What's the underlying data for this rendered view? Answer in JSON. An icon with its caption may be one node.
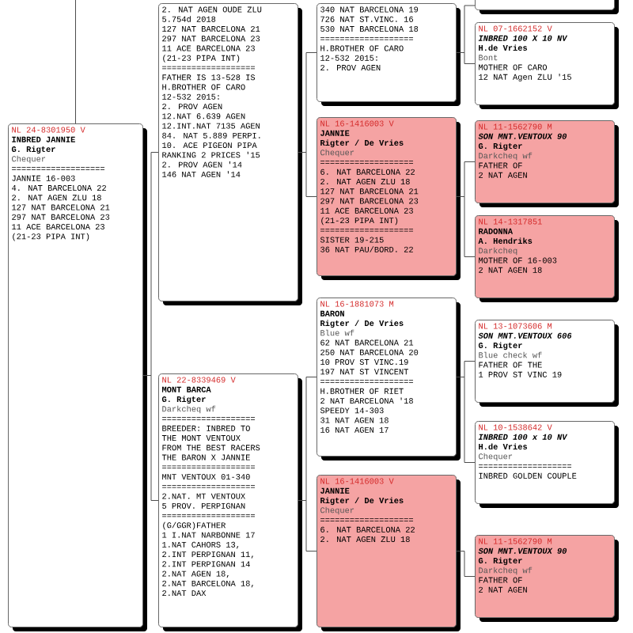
{
  "diagram": {
    "nodes": [
      {
        "text": [
          "NL 24-8301950 V",
          "INBRED JANNIE",
          "G. Rigter",
          "Chequer",
          "===================",
          "JANNIE 16-003",
          "4. NAT BARCELONA 22",
          "2. NAT AGEN ZLU 18",
          "127 NAT BARCELONA 21",
          "297 NAT BARCELONA 23",
          "11 ACE BARCELONA 23",
          "(21-23 PIPA INT)"
        ]
      },
      {
        "text": [
          "2. NAT AGEN OUDE ZLU",
          "5.754d 2018",
          "127 NAT BARCELONA 21",
          "297 NAT BARCELONA 23",
          "11 ACE BARCELONA 23",
          "(21-23 PIPA INT)",
          "===================",
          "FATHER IS 13-528 IS",
          "H.BROTHER OF CARO",
          "12-532 2015:",
          "2. PROV AGEN",
          "12.NAT 6.639 AGEN",
          "12.INT.NAT 7135 AGEN",
          "84. NAT 5.889 PERPI.",
          "10. ACE PIGEON PIPA",
          "RANKING 2 PRICES '15",
          "2. PROV AGEN '14",
          "146 NAT AGEN '14"
        ]
      },
      {
        "text": [
          "NL 22-8339469 V",
          "MONT BARCA",
          "G. Rigter",
          "Darkcheq wf",
          "===================",
          "BREEDER: INBRED TO",
          "THE MONT VENTOUX",
          "FROM THE BEST RACERS",
          "THE BARON X JANNIE",
          "===================",
          "MNT VENTOUX 01-340",
          "===================",
          "2.NAT. MT VENTOUX",
          "5 PROV. PERPIGNAN",
          "===================",
          "(G/GGR)FATHER",
          "1 I.NAT NARBONNE 17",
          "1.NAT CAHORS 13,",
          "2.INT PERPIGNAN 11,",
          "2.INT PERPIGNAN 14",
          "2.NAT AGEN 18,",
          "2.NAT BARCELONA 18,",
          "2.NAT DAX"
        ]
      },
      {
        "text": [
          "340 NAT BARCELONA 19",
          "726 NAT ST.VINC. 16",
          "530 NAT BARCELONA 18",
          "===================",
          "H.BROTHER OF CARO",
          "12-532 2015:",
          "2. PROV AGEN"
        ]
      },
      {
        "text": [
          "NL 16-1416003 V",
          "JANNIE",
          "Rigter / De Vries",
          "Chequer",
          "===================",
          "6. NAT BARCELONA 22",
          "2. NAT AGEN ZLU 18",
          "127 NAT BARCELONA 21",
          "297 NAT BARCELONA 23",
          "11 ACE BARCELONA 23",
          "(21-23 PIPA INT)",
          "===================",
          "SISTER 19-215",
          "36 NAT PAU/BORD. 22"
        ]
      },
      {
        "text": [
          "NL 16-1881073 M",
          "BARON",
          "Rigter / De Vries",
          "Blue wf",
          "62 NAT BARCELONA 21",
          "250 NAT BARCELONA 20",
          "10 PROV ST VINC.19",
          "197 NAT ST VINCENT",
          "===================",
          "H.BROTHER OF RIET",
          "2 NAT BARCELONA '18",
          "SPEEDY 14-303",
          "31 NAT AGEN 18",
          "16 NAT AGEN 17"
        ]
      },
      {
        "text": [
          "NL 16-1416003 V",
          "JANNIE",
          "Rigter / De Vries",
          "Chequer",
          "===================",
          "6. NAT BARCELONA 22",
          "2. NAT AGEN ZLU 18"
        ]
      },
      {
        "text": [],
        "shape": "box"
      },
      {
        "text": [
          "NL 07-1662152 V",
          "INBRED 100 X 10 NV",
          "H.de Vries",
          "Bont",
          "MOTHER OF CARO",
          "12 NAT Agen ZLU '15"
        ]
      },
      {
        "text": [
          "NL 11-1562790 M",
          "SON MNT.VENTOUX 90",
          "G. Rigter",
          "Darkcheq wf",
          "FATHER OF",
          "2 NAT AGEN"
        ]
      },
      {
        "text": [
          "NL 14-1317851",
          "RADONNA",
          "A. Hendriks",
          "Darkcheq",
          "MOTHER OF 16-003",
          "2 NAT AGEN 18"
        ]
      },
      {
        "text": [
          "NL 13-1073606 M",
          "SON MNT.VENTOUX 606",
          "G. Rigter",
          "Blue check wf",
          "FATHER OF THE",
          "1 PROV ST VINC 19"
        ]
      },
      {
        "text": [
          "NL 10-1538642 V",
          "INBRED 100 x 10 NV",
          "H.de Vries",
          "Chequer",
          "===================",
          "INBRED GOLDEN COUPLE"
        ]
      },
      {
        "text": [
          "NL 11-1562790 M",
          "SON MNT.VENTOUX 90",
          "G. Rigter",
          "Darkcheq wf",
          "FATHER OF",
          "2 NAT AGEN"
        ]
      }
    ],
    "edges": [
      {
        "from": null,
        "to": 0,
        "arrow": "none"
      },
      {
        "from": 0,
        "to": 1,
        "arrow": "none"
      },
      {
        "from": 0,
        "to": 2,
        "arrow": "none"
      },
      {
        "from": 1,
        "to": 3,
        "arrow": "none"
      },
      {
        "from": 1,
        "to": 4,
        "arrow": "none"
      },
      {
        "from": 2,
        "to": 5,
        "arrow": "none"
      },
      {
        "from": 2,
        "to": 6,
        "arrow": "none"
      },
      {
        "from": 3,
        "to": 7,
        "arrow": "none"
      },
      {
        "from": 3,
        "to": 8,
        "arrow": "none"
      },
      {
        "from": 4,
        "to": 9,
        "arrow": "none"
      },
      {
        "from": 4,
        "to": 10,
        "arrow": "none"
      },
      {
        "from": 5,
        "to": 11,
        "arrow": "none"
      },
      {
        "from": 5,
        "to": 12,
        "arrow": "none"
      },
      {
        "from": 6,
        "to": 13,
        "arrow": "none"
      }
    ]
  }
}
